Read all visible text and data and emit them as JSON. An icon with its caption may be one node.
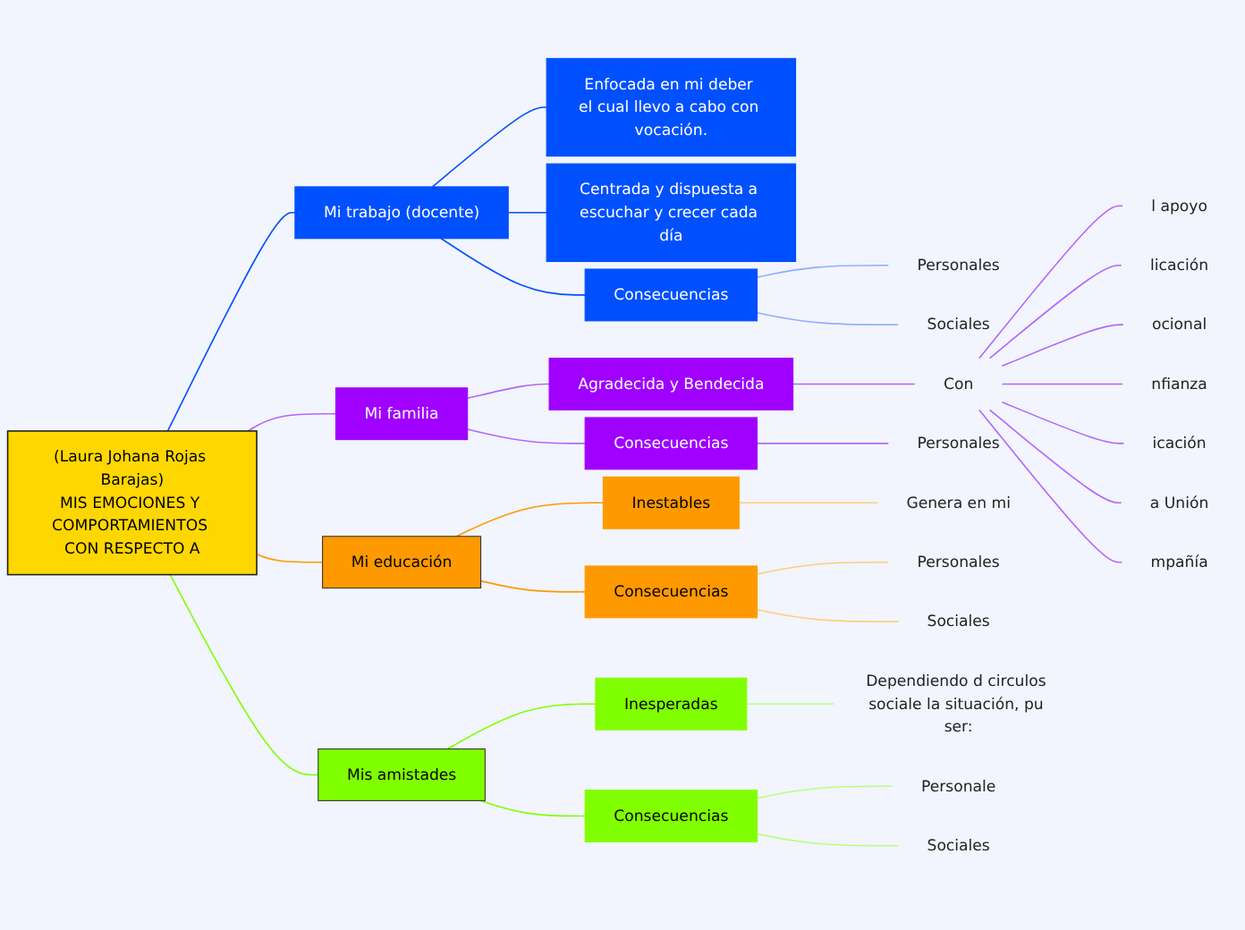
{
  "diagram": {
    "nodes": [
      {
        "text": [
          "(Laura Johana Rojas Barajas)",
          "MIS EMOCIONES Y COMPORTAMIENTOS CON RESPECTO A"
        ]
      },
      {
        "text": [
          "Mi trabajo (docente)"
        ]
      },
      {
        "text": [
          "Enfocada en mi deber el cual llevo a cabo con vocación."
        ]
      },
      {
        "text": [
          "Centrada y dispuesta a escuchar y crecer cada día"
        ]
      },
      {
        "text": [
          "Consecuencias"
        ]
      },
      {
        "text": [
          "Personales"
        ]
      },
      {
        "text": [
          "Sociales"
        ]
      },
      {
        "text": [
          "Mi familia"
        ]
      },
      {
        "text": [
          "Agradecida y Bendecida"
        ]
      },
      {
        "text": [
          "Con"
        ]
      },
      {
        "text": [
          "l apoyo"
        ]
      },
      {
        "text": [
          "licación"
        ]
      },
      {
        "text": [
          "ocional"
        ]
      },
      {
        "text": [
          "nfianza"
        ]
      },
      {
        "text": [
          "icación"
        ]
      },
      {
        "text": [
          "a Unión"
        ]
      },
      {
        "text": [
          "mpañía"
        ]
      },
      {
        "text": [
          "Consecuencias"
        ]
      },
      {
        "text": [
          "Personales"
        ]
      },
      {
        "text": [
          "Mi educación"
        ]
      },
      {
        "text": [
          "Inestables"
        ]
      },
      {
        "text": [
          "Genera en mi"
        ]
      },
      {
        "text": [
          "Consecuencias"
        ]
      },
      {
        "text": [
          "Personales"
        ]
      },
      {
        "text": [
          "Sociales"
        ]
      },
      {
        "text": [
          "Mis amistades"
        ]
      },
      {
        "text": [
          "Inesperadas"
        ]
      },
      {
        "text": [
          "Dependiendo d circulos sociale la situación, pu ser:"
        ]
      },
      {
        "text": [
          "Consecuencias"
        ]
      },
      {
        "text": [
          "Personale"
        ]
      },
      {
        "text": [
          "Sociales"
        ]
      }
    ],
    "edges": [
      {
        "from": 0,
        "to": 1,
        "arrow": "none",
        "color": "#0050ff"
      },
      {
        "from": 1,
        "to": 2,
        "arrow": "none",
        "color": "#0050ff"
      },
      {
        "from": 1,
        "to": 3,
        "arrow": "none",
        "color": "#0050ff"
      },
      {
        "from": 1,
        "to": 4,
        "arrow": "none",
        "color": "#0050ff"
      },
      {
        "from": 4,
        "to": 5,
        "arrow": "none",
        "color": "#8fb0ff"
      },
      {
        "from": 4,
        "to": 6,
        "arrow": "none",
        "color": "#8fb0ff"
      },
      {
        "from": 0,
        "to": 7,
        "arrow": "none"
      },
      {
        "from": 7,
        "to": 8,
        "arrow": "none"
      },
      {
        "from": 8,
        "to": 9,
        "arrow": "none"
      },
      {
        "from": 9,
        "to": 10,
        "arrow": "none"
      },
      {
        "from": 9,
        "to": 11,
        "arrow": "none"
      },
      {
        "from": 9,
        "to": 12,
        "arrow": "none"
      },
      {
        "from": 9,
        "to": 13,
        "arrow": "none"
      },
      {
        "from": 9,
        "to": 14,
        "arrow": "none"
      },
      {
        "from": 9,
        "to": 15,
        "arrow": "none"
      },
      {
        "from": 9,
        "to": 16,
        "arrow": "none"
      },
      {
        "from": 7,
        "to": 17,
        "arrow": "none"
      },
      {
        "from": 17,
        "to": 18,
        "arrow": "none"
      },
      {
        "from": 0,
        "to": 19,
        "arrow": "none",
        "color": "#ff9900"
      },
      {
        "from": 19,
        "to": 20,
        "arrow": "none",
        "color": "#ff9900"
      },
      {
        "from": 20,
        "to": 21,
        "arrow": "none",
        "color": "#ffcc80"
      },
      {
        "from": 19,
        "to": 22,
        "arrow": "none",
        "color": "#ff9900"
      },
      {
        "from": 22,
        "to": 23,
        "arrow": "none",
        "color": "#ffcc80"
      },
      {
        "from": 22,
        "to": 24,
        "arrow": "none",
        "color": "#ffcc80"
      },
      {
        "from": 0,
        "to": 25,
        "arrow": "none",
        "color": "#80ff00"
      },
      {
        "from": 25,
        "to": 26,
        "arrow": "none",
        "color": "#80ff00"
      },
      {
        "from": 26,
        "to": 27,
        "arrow": "none",
        "color": "#b8ff80"
      },
      {
        "from": 25,
        "to": 28,
        "arrow": "none",
        "color": "#80ff00"
      },
      {
        "from": 28,
        "to": 29,
        "arrow": "none",
        "color": "#b8ff80"
      },
      {
        "from": 28,
        "to": 30,
        "arrow": "none",
        "color": "#b8ff80"
      }
    ]
  }
}
